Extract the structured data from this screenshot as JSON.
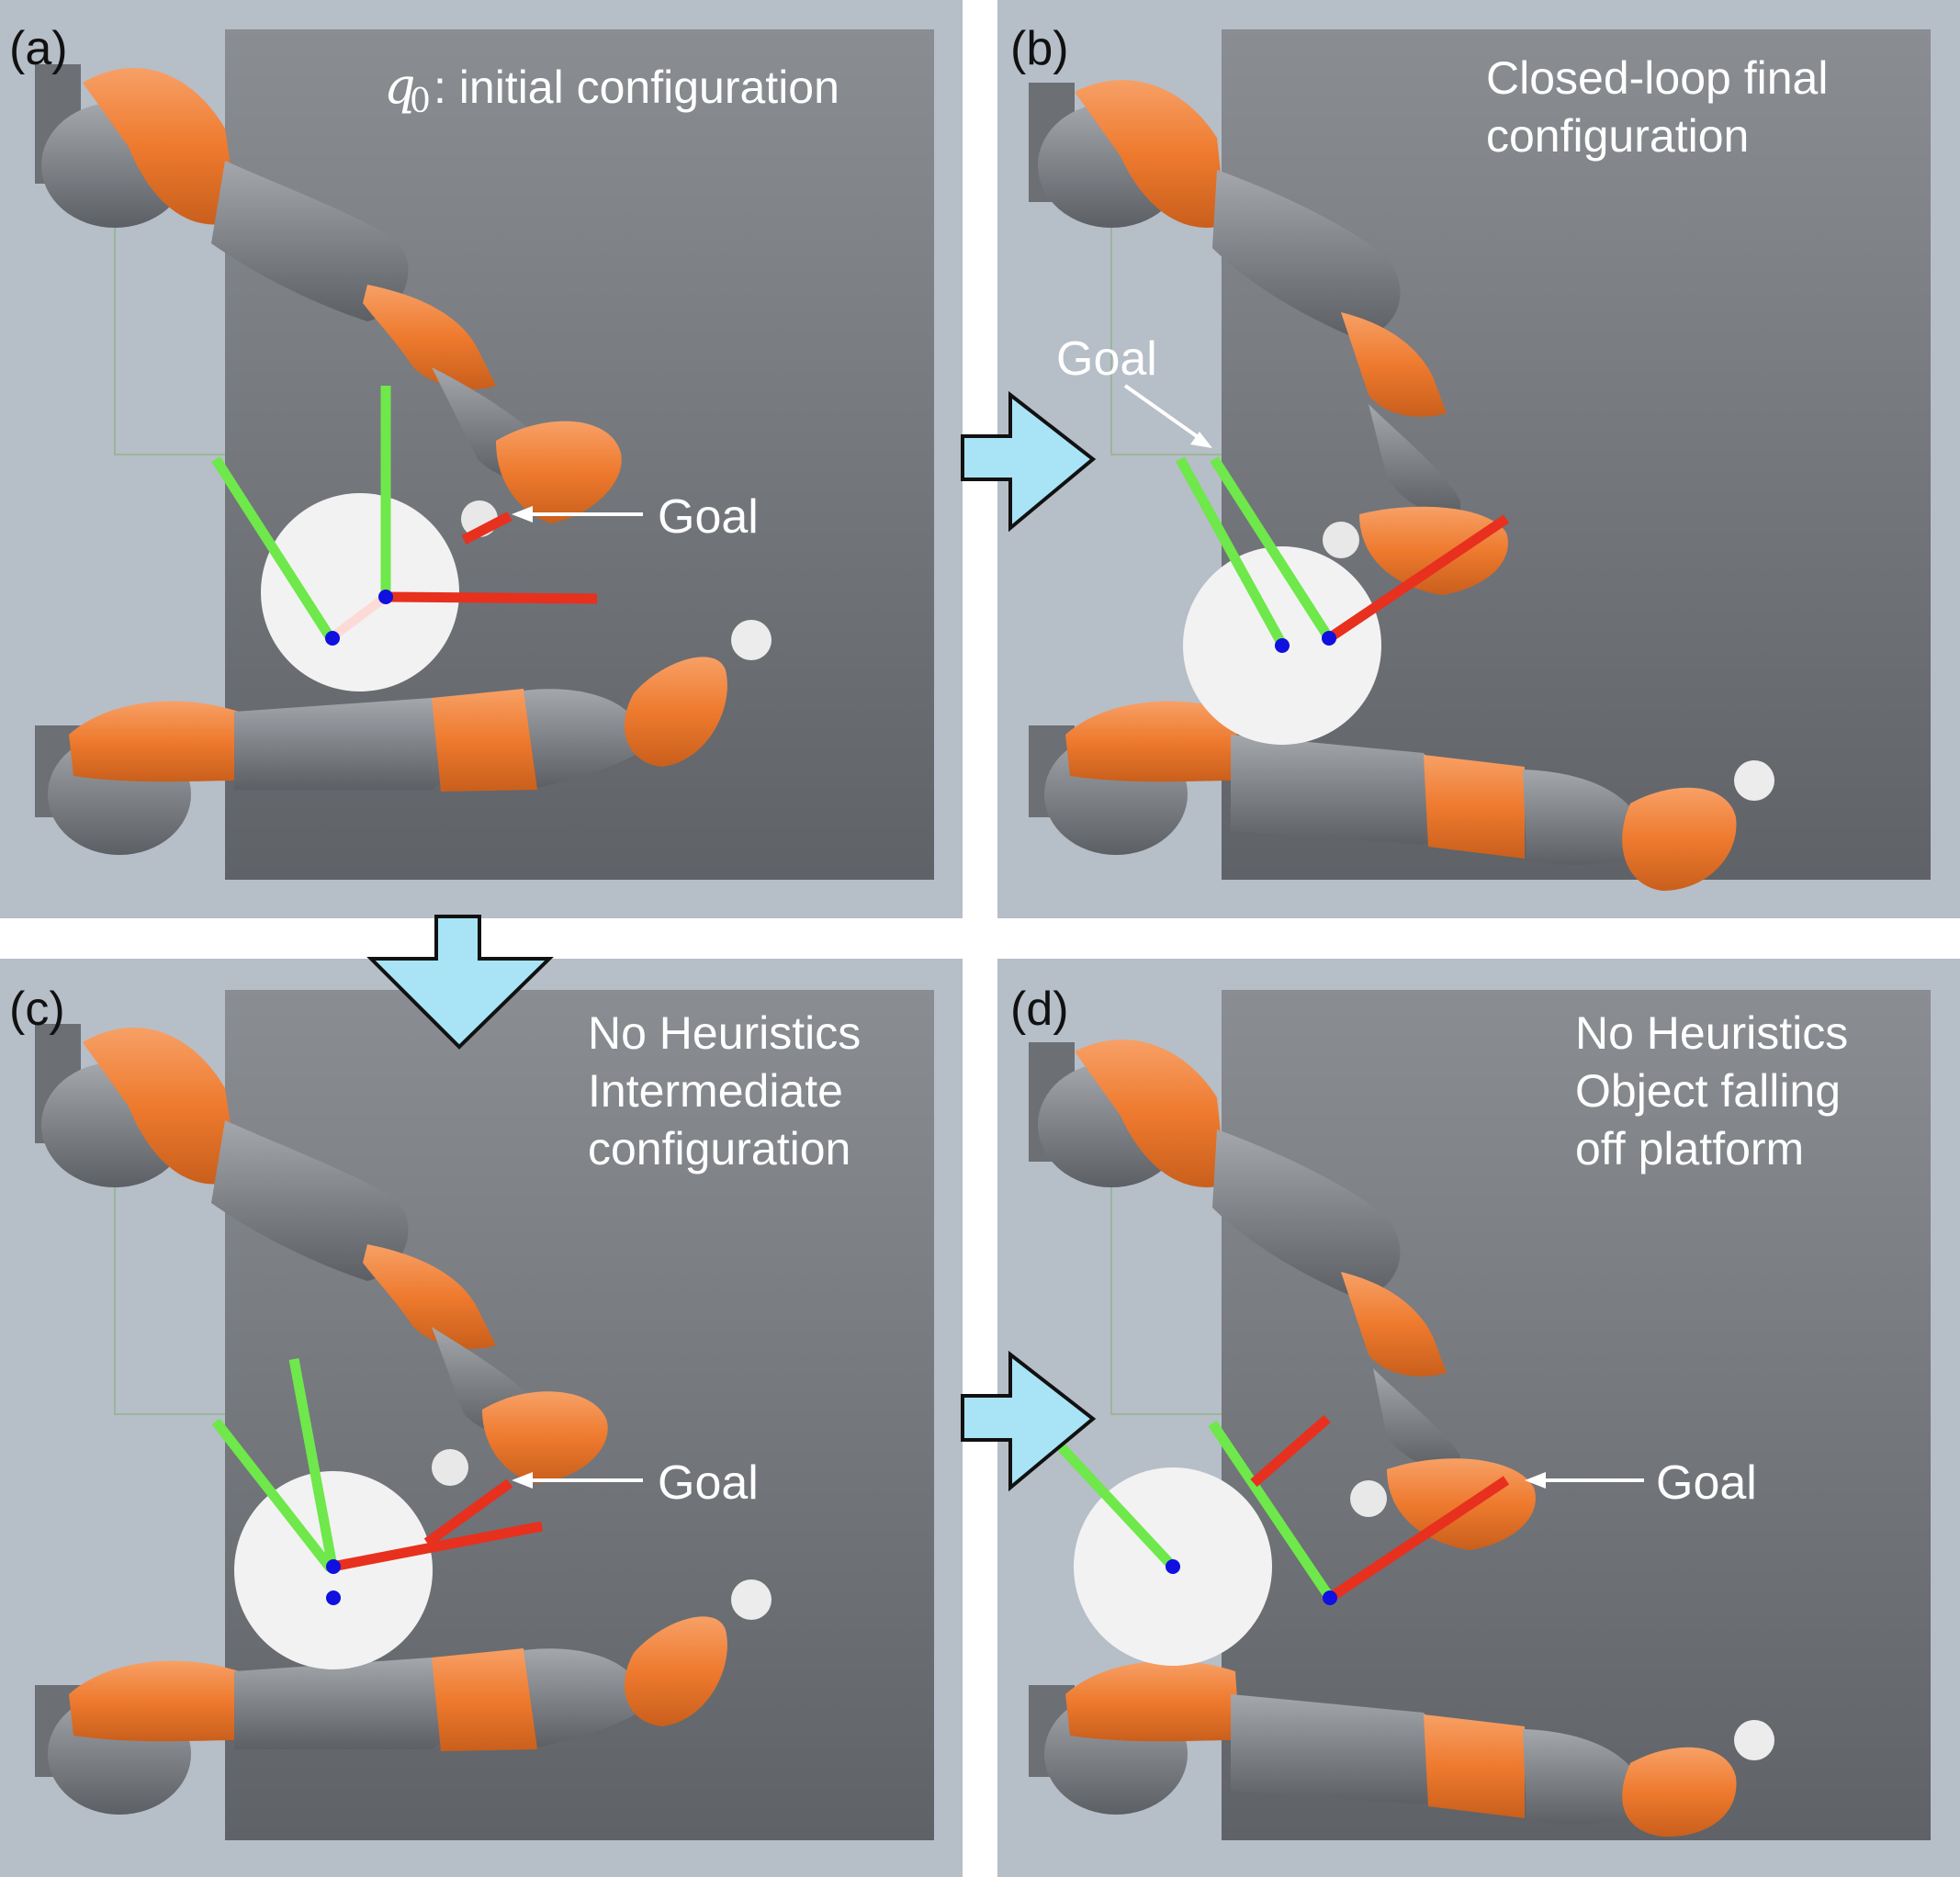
{
  "panels": [
    {
      "id": "a",
      "label": "(a)",
      "caption_prefix": "q",
      "caption_sub": "0",
      "caption_lines": [
        ": initial configuration"
      ],
      "goal": "Goal"
    },
    {
      "id": "b",
      "label": "(b)",
      "caption_lines": [
        "Closed-loop final",
        "configuration"
      ],
      "goal": "Goal"
    },
    {
      "id": "c",
      "label": "(c)",
      "caption_lines": [
        "No Heuristics",
        "Intermediate",
        "configuration"
      ],
      "goal": "Goal"
    },
    {
      "id": "d",
      "label": "(d)",
      "caption_lines": [
        "No Heuristics",
        "Object falling",
        "off platform"
      ],
      "goal": "Goal"
    }
  ],
  "colors": {
    "frame": "#b6bec8",
    "floor": "#74777d",
    "robot_orange": "#ee7a2e",
    "robot_gray": "#7b7e83",
    "axis_green": "#6ee84a",
    "axis_red": "#e8301e",
    "point_blue": "#1010e0",
    "arrow_fill": "#a8e4f6"
  }
}
